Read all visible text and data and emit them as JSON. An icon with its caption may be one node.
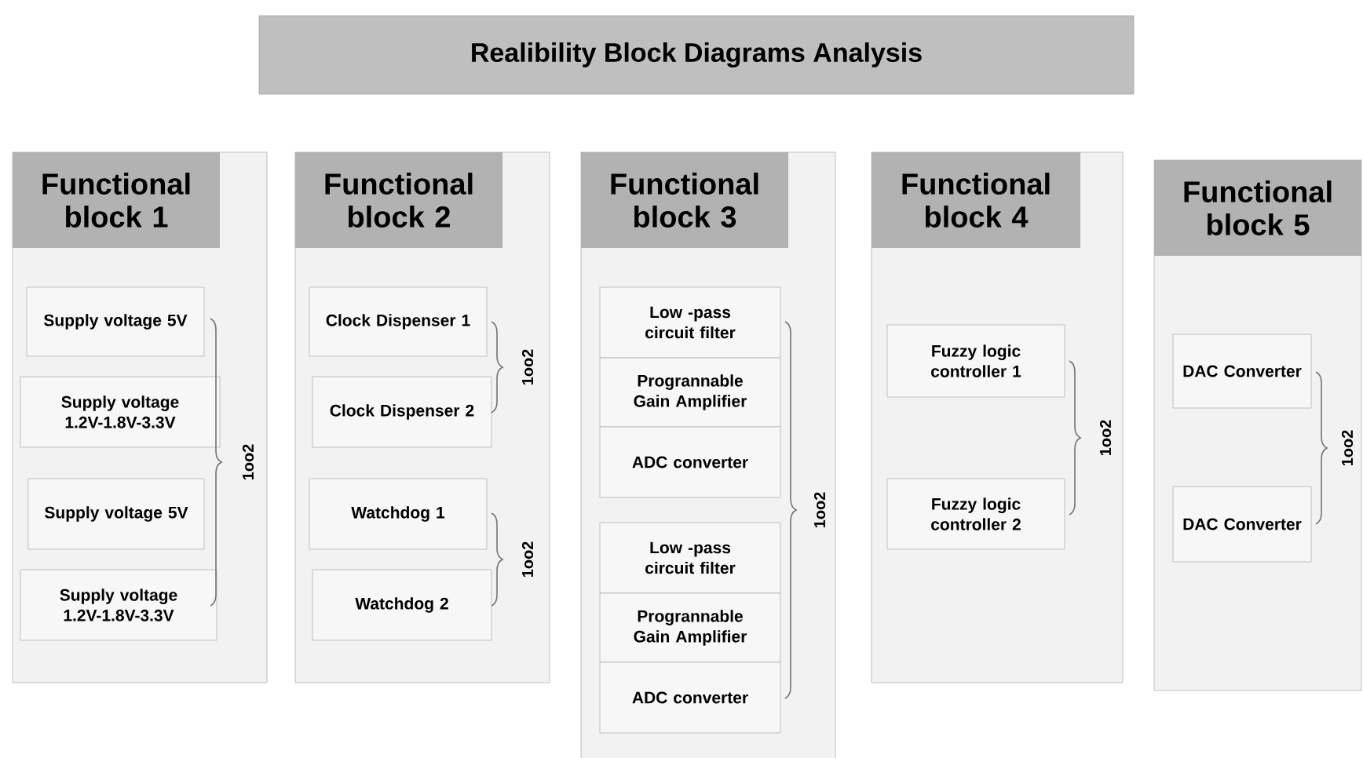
{
  "diagram": {
    "title": "Realibility Block Diagrams Analysis",
    "nodes": [
      {
        "text": [
          "Functional block 1"
        ]
      },
      {
        "text": [
          "Supply voltage 5V"
        ],
        "in": 0
      },
      {
        "text": [
          "Supply voltage 1.2V-1.8V-3.3V"
        ],
        "in": 0
      },
      {
        "text": [
          "Supply voltage 5V"
        ],
        "in": 0
      },
      {
        "text": [
          "Supply voltage 1.2V-1.8V-3.3V"
        ],
        "in": 0
      },
      {
        "text": [
          "Functional block 2"
        ]
      },
      {
        "text": [
          "Clock Dispenser 1"
        ],
        "in": 5
      },
      {
        "text": [
          "Clock Dispenser 2"
        ],
        "in": 5
      },
      {
        "text": [
          "Watchdog 1"
        ],
        "in": 5
      },
      {
        "text": [
          "Watchdog 2"
        ],
        "in": 5
      },
      {
        "text": [
          "Functional block 3"
        ]
      },
      {
        "text": [
          "Low -pass circuit filter"
        ],
        "in": 10
      },
      {
        "text": [
          "Progrannable Gain Amplifier"
        ],
        "in": 10
      },
      {
        "text": [
          "ADC converter"
        ],
        "in": 10
      },
      {
        "text": [
          "Low -pass circuit filter"
        ],
        "in": 10
      },
      {
        "text": [
          "Progrannable Gain Amplifier"
        ],
        "in": 10
      },
      {
        "text": [
          "ADC converter"
        ],
        "in": 10
      },
      {
        "text": [
          "Functional block 4"
        ]
      },
      {
        "text": [
          "Fuzzy logic controller 1"
        ],
        "in": 17
      },
      {
        "text": [
          "Fuzzy logic controller 2"
        ],
        "in": 17
      },
      {
        "text": [
          "Functional block 5"
        ]
      },
      {
        "text": [
          "DAC Converter"
        ],
        "in": 20
      },
      {
        "text": [
          "DAC Converter"
        ],
        "in": 20
      }
    ],
    "labels": [
      "1oo2",
      "1oo2",
      "1oo2",
      "1oo2",
      "1oo2",
      "1oo2"
    ]
  }
}
